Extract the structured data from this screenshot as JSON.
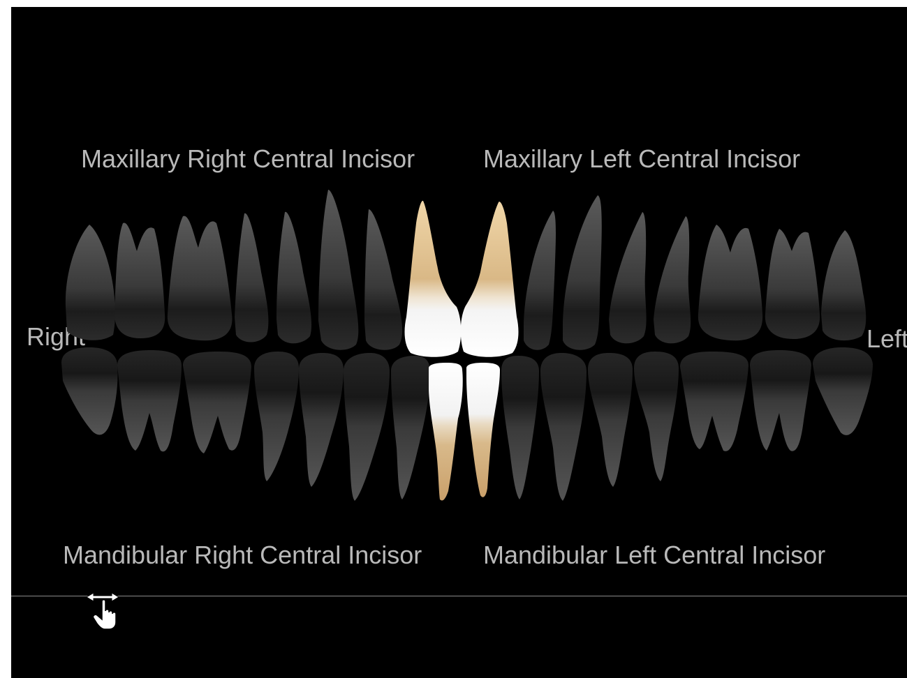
{
  "labels": {
    "maxillary_right": "Maxillary Right Central Incisor",
    "maxillary_left": "Maxillary Left Central Incisor",
    "mandibular_right": "Mandibular Right Central Incisor",
    "mandibular_left": "Mandibular Left Central Incisor",
    "side_right": "Right",
    "side_left": "Left"
  },
  "colors": {
    "background": "#000000",
    "label": "#b9b9b9",
    "unselected_tooth": "#4a4a4a",
    "selected_crown": "#f2f2f2",
    "selected_root": "#d8b98a"
  },
  "selected_teeth": [
    "Maxillary Right Central Incisor",
    "Maxillary Left Central Incisor",
    "Mandibular Right Central Incisor",
    "Mandibular Left Central Incisor"
  ],
  "cursor_icon": "drag-hand-icon"
}
